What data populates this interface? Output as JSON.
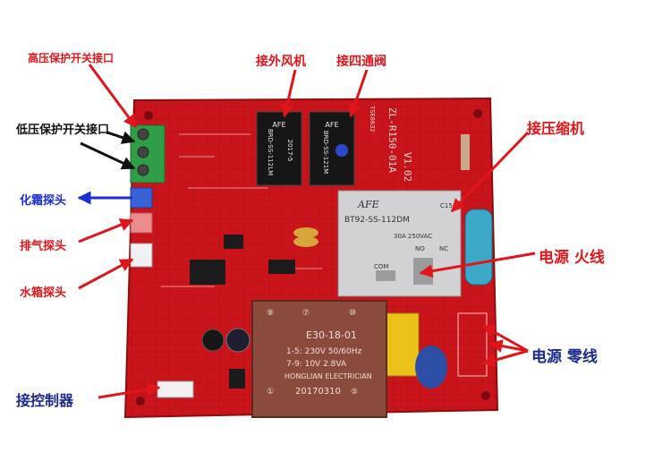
{
  "labels": {
    "high_pressure": "高压保护开关接口",
    "low_pressure": "低压保护开关接口",
    "defrost_probe": "化霜探头",
    "exhaust_probe": "排气探头",
    "tank_probe": "水箱探头",
    "controller": "接控制器",
    "outdoor_fan": "接外风机",
    "four_way_valve": "接四通阀",
    "compressor": "接压缩机",
    "live_wire": "电源 火线",
    "neutral_wire": "电源 零线"
  },
  "board": {
    "model": "ZL-R150-01A",
    "version": "V1.02",
    "code": "TSE8632",
    "relay_small_1": {
      "brand": "AFE",
      "model": "BRD-SS-112LM",
      "date": "2017-5"
    },
    "relay_small_2": {
      "brand": "AFE",
      "model": "BRD-SS-121M"
    },
    "relay_large": {
      "brand": "AFE",
      "model": "BT92-SS-112DM",
      "rating": "30A 250VAC",
      "no": "NO",
      "nc": "NC",
      "com": "COM",
      "ref": "C15"
    },
    "transformer": {
      "model": "E30-18-01",
      "primary": "1-5: 230V 50/60Hz",
      "secondary": "7-9: 10V 2.8VA",
      "maker": "HONGLIAN ELECTRICIAN",
      "date": "20170310",
      "pins": [
        "⑩",
        "⑦",
        "⑨",
        "①",
        "⑤"
      ]
    }
  },
  "colors": {
    "board": "#c8141a",
    "arrow_red": "#e0161b",
    "arrow_blue": "#1a2fd6",
    "text_navy": "#1b2a8c"
  }
}
